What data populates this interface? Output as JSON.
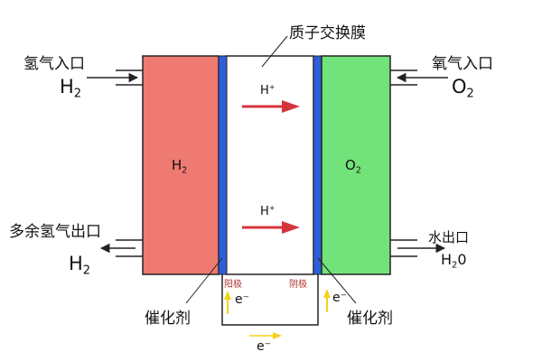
{
  "labels": {
    "membrane": "质子交换膜",
    "hydrogen_inlet": "氢气入口",
    "oxygen_inlet": "氧气入口",
    "excess_hydrogen_outlet": "多余氢气出口",
    "water_outlet": "水出口",
    "catalyst_left": "催化剂",
    "catalyst_right": "催化剂",
    "anode": "阳极",
    "cathode": "阴极"
  },
  "species": {
    "h2_in": {
      "base": "H",
      "sub": "2"
    },
    "h2_out": {
      "base": "H",
      "sub": "2"
    },
    "o2_in": {
      "base": "O",
      "sub": "2"
    },
    "h2o_out": {
      "base": "H",
      "sub": "2",
      "tail": "0"
    },
    "h2_chamber": {
      "base": "H",
      "sub": "2"
    },
    "o2_chamber": {
      "base": "O",
      "sub": "2"
    },
    "proton_top": {
      "base": "H",
      "sup": "+"
    },
    "proton_bottom": {
      "base": "H",
      "sup": "+"
    },
    "electron_left": "e⁻",
    "electron_right": "e⁻",
    "electron_bottom": "e⁻"
  },
  "colors": {
    "hydrogen_chamber": "#ee7a72",
    "oxygen_chamber": "#72e27a",
    "catalyst_layer": "#2f5fd8",
    "proton_arrow": "#d6343c",
    "electron_arrow": "#f2d21a",
    "outline": "#222222"
  }
}
